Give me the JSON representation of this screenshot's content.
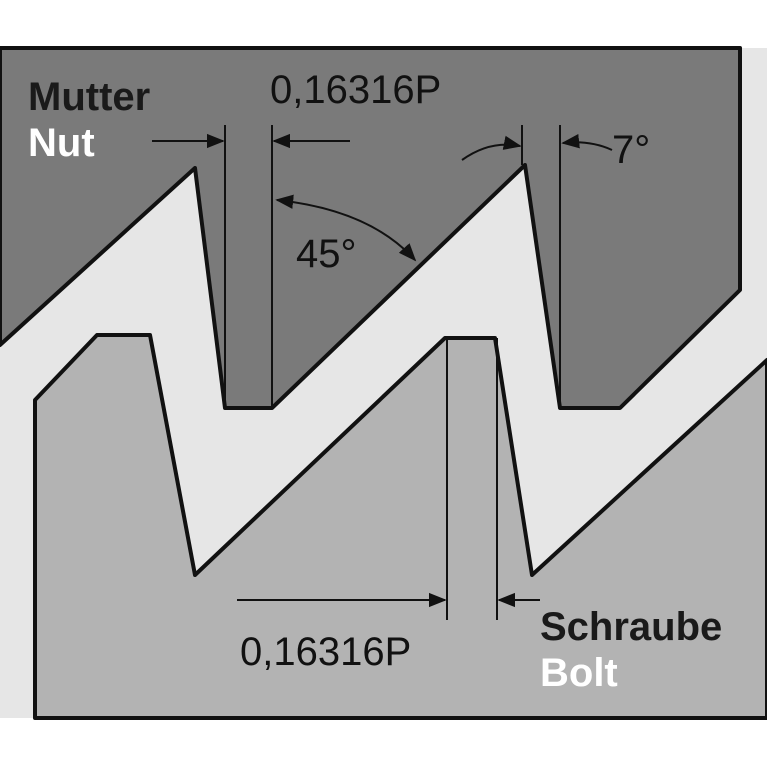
{
  "nut_label": {
    "german": "Mutter",
    "english": "Nut"
  },
  "bolt_label": {
    "german": "Schraube",
    "english": "Bolt"
  },
  "dimensions": {
    "top_flat": "0,16316P",
    "bottom_flat": "0,16316P",
    "flank_angle_large": "45°",
    "flank_angle_small": "7°"
  },
  "colors": {
    "nut_fill": "#7a7a7a",
    "bolt_fill": "#b3b3b3",
    "gap_fill": "#e6e6e6",
    "line": "#111111",
    "english_label": "#ffffff",
    "german_label": "#1a1a1a"
  }
}
